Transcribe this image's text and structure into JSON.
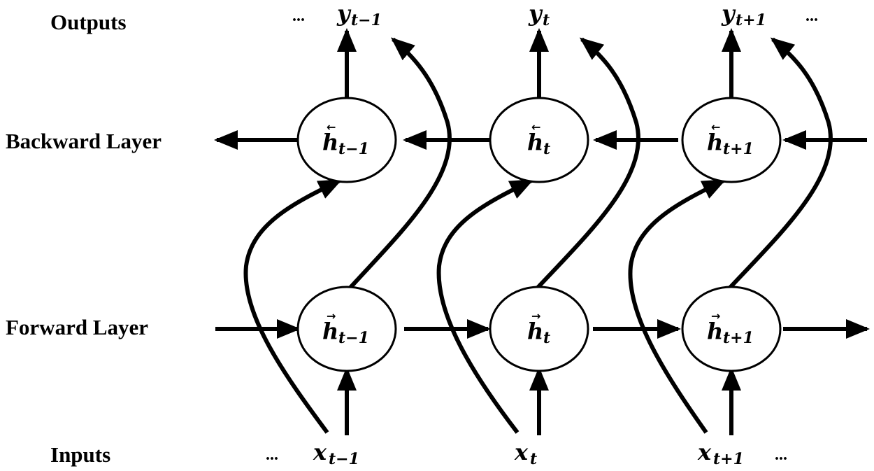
{
  "labels": {
    "outputs": "Outputs",
    "backward_layer": "Backward Layer",
    "forward_layer": "Forward Layer",
    "inputs": "Inputs"
  },
  "ellipsis": "...",
  "outputs": [
    {
      "base": "y",
      "sub": "t−1"
    },
    {
      "base": "y",
      "sub": "t"
    },
    {
      "base": "y",
      "sub": "t+1"
    }
  ],
  "backward_nodes": [
    {
      "base": "h",
      "arrow": "←",
      "sub": "t−1"
    },
    {
      "base": "h",
      "arrow": "←",
      "sub": "t"
    },
    {
      "base": "h",
      "arrow": "←",
      "sub": "t+1"
    }
  ],
  "forward_nodes": [
    {
      "base": "h",
      "arrow": "→",
      "sub": "t−1"
    },
    {
      "base": "h",
      "arrow": "→",
      "sub": "t"
    },
    {
      "base": "h",
      "arrow": "→",
      "sub": "t+1"
    }
  ],
  "inputs": [
    {
      "base": "x",
      "sub": "t−1"
    },
    {
      "base": "x",
      "sub": "t"
    },
    {
      "base": "x",
      "sub": "t+1"
    }
  ]
}
